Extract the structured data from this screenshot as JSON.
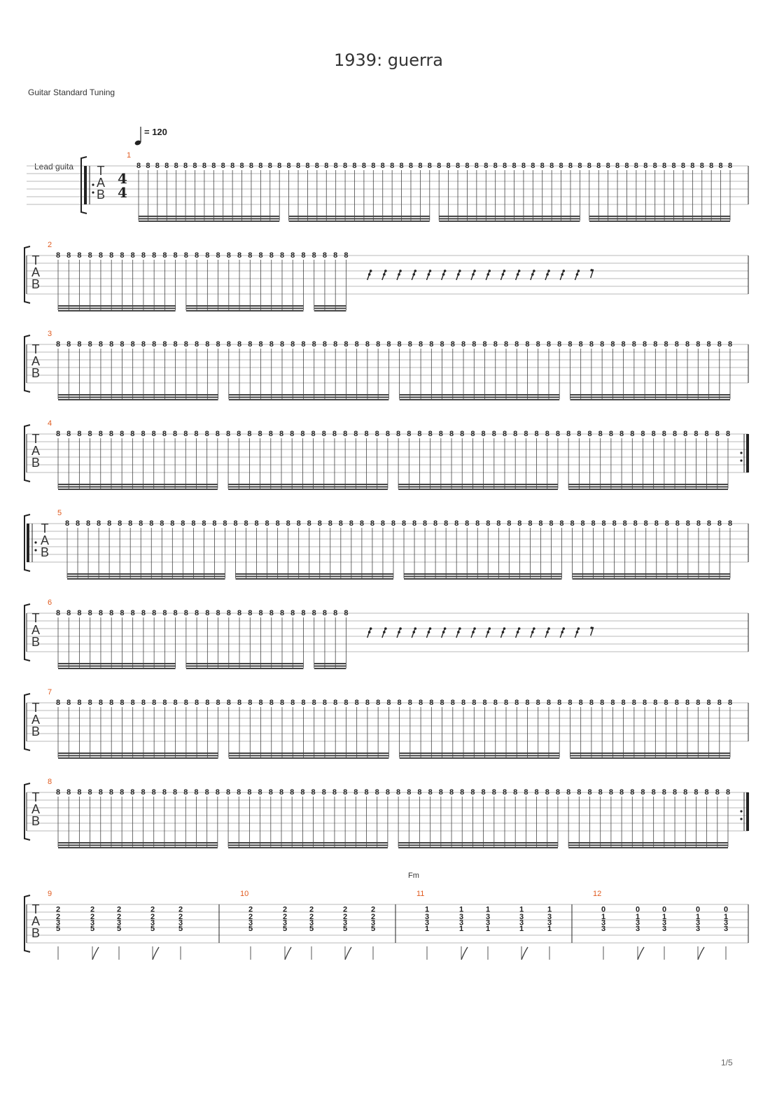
{
  "song": {
    "title": "1939: guerra",
    "tuning": "Guitar Standard Tuning",
    "tempo": "= 120",
    "track": "Lead guita",
    "time_signature": {
      "top": "4",
      "bottom": "4"
    },
    "tab_letters": [
      "T",
      "A",
      "B"
    ],
    "page": "1/5"
  },
  "systems": [
    {
      "measure": "1",
      "type": "notes",
      "count": 64,
      "fret": "8",
      "groups": [
        16,
        16,
        16,
        16
      ],
      "repeat_start": true,
      "time_sig": true,
      "label": true
    },
    {
      "measure": "2",
      "type": "notes_rest",
      "count": 28,
      "fret": "8",
      "groups": [
        12,
        12,
        4
      ],
      "rests": 15
    },
    {
      "measure": "3",
      "type": "notes",
      "count": 64,
      "fret": "8",
      "groups": [
        16,
        16,
        16,
        16
      ]
    },
    {
      "measure": "4",
      "type": "notes",
      "count": 64,
      "fret": "8",
      "groups": [
        16,
        16,
        16,
        16
      ],
      "repeat_end": true
    },
    {
      "measure": "5",
      "type": "notes",
      "count": 64,
      "fret": "8",
      "groups": [
        16,
        16,
        16,
        16
      ],
      "repeat_start": true
    },
    {
      "measure": "6",
      "type": "notes_rest",
      "count": 28,
      "fret": "8",
      "groups": [
        12,
        12,
        4
      ],
      "rests": 15
    },
    {
      "measure": "7",
      "type": "notes",
      "count": 64,
      "fret": "8",
      "groups": [
        16,
        16,
        16,
        16
      ]
    },
    {
      "measure": "8",
      "type": "notes",
      "count": 64,
      "fret": "8",
      "groups": [
        16,
        16,
        16,
        16
      ],
      "repeat_end": true
    }
  ],
  "chord_system": {
    "chord_name": "Fm",
    "measures": [
      {
        "number": "9",
        "notes": [
          "2",
          "2",
          "3",
          "5"
        ]
      },
      {
        "number": "10",
        "notes": [
          "2",
          "2",
          "3",
          "5"
        ]
      },
      {
        "number": "11",
        "notes": [
          "1",
          "3",
          "3",
          "1"
        ]
      },
      {
        "number": "12",
        "notes": [
          "0",
          "1",
          "3",
          "3"
        ]
      }
    ]
  }
}
